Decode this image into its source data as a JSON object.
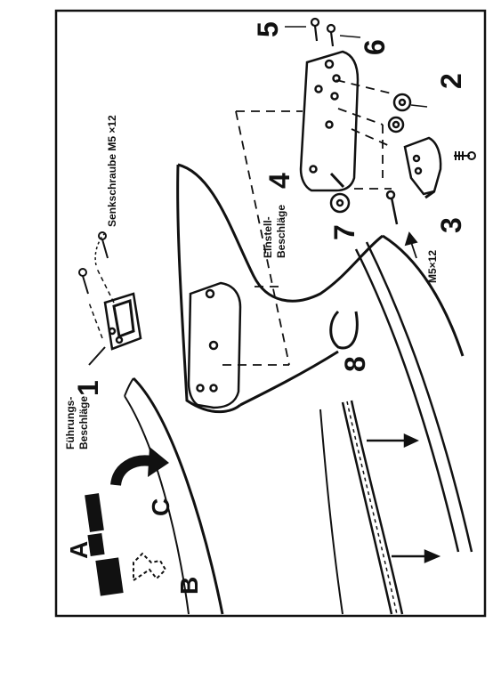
{
  "labels": {
    "a": "A",
    "b": "B",
    "c": "C",
    "n1": "1",
    "n2": "2",
    "n3": "3",
    "n4": "4",
    "n5": "5",
    "n6": "6",
    "n7": "7",
    "n8": "8",
    "fuehrungs_line1": "Führungs-",
    "fuehrungs_line2": "Beschläge",
    "einstell_line1": "Einstell-",
    "einstell_line2": "Beschläge",
    "senkschraube": "Senkschraube  M5 ×12",
    "screw_spec": "M5×12"
  },
  "colors": {
    "ink": "#111111",
    "paper": "#ffffff"
  }
}
